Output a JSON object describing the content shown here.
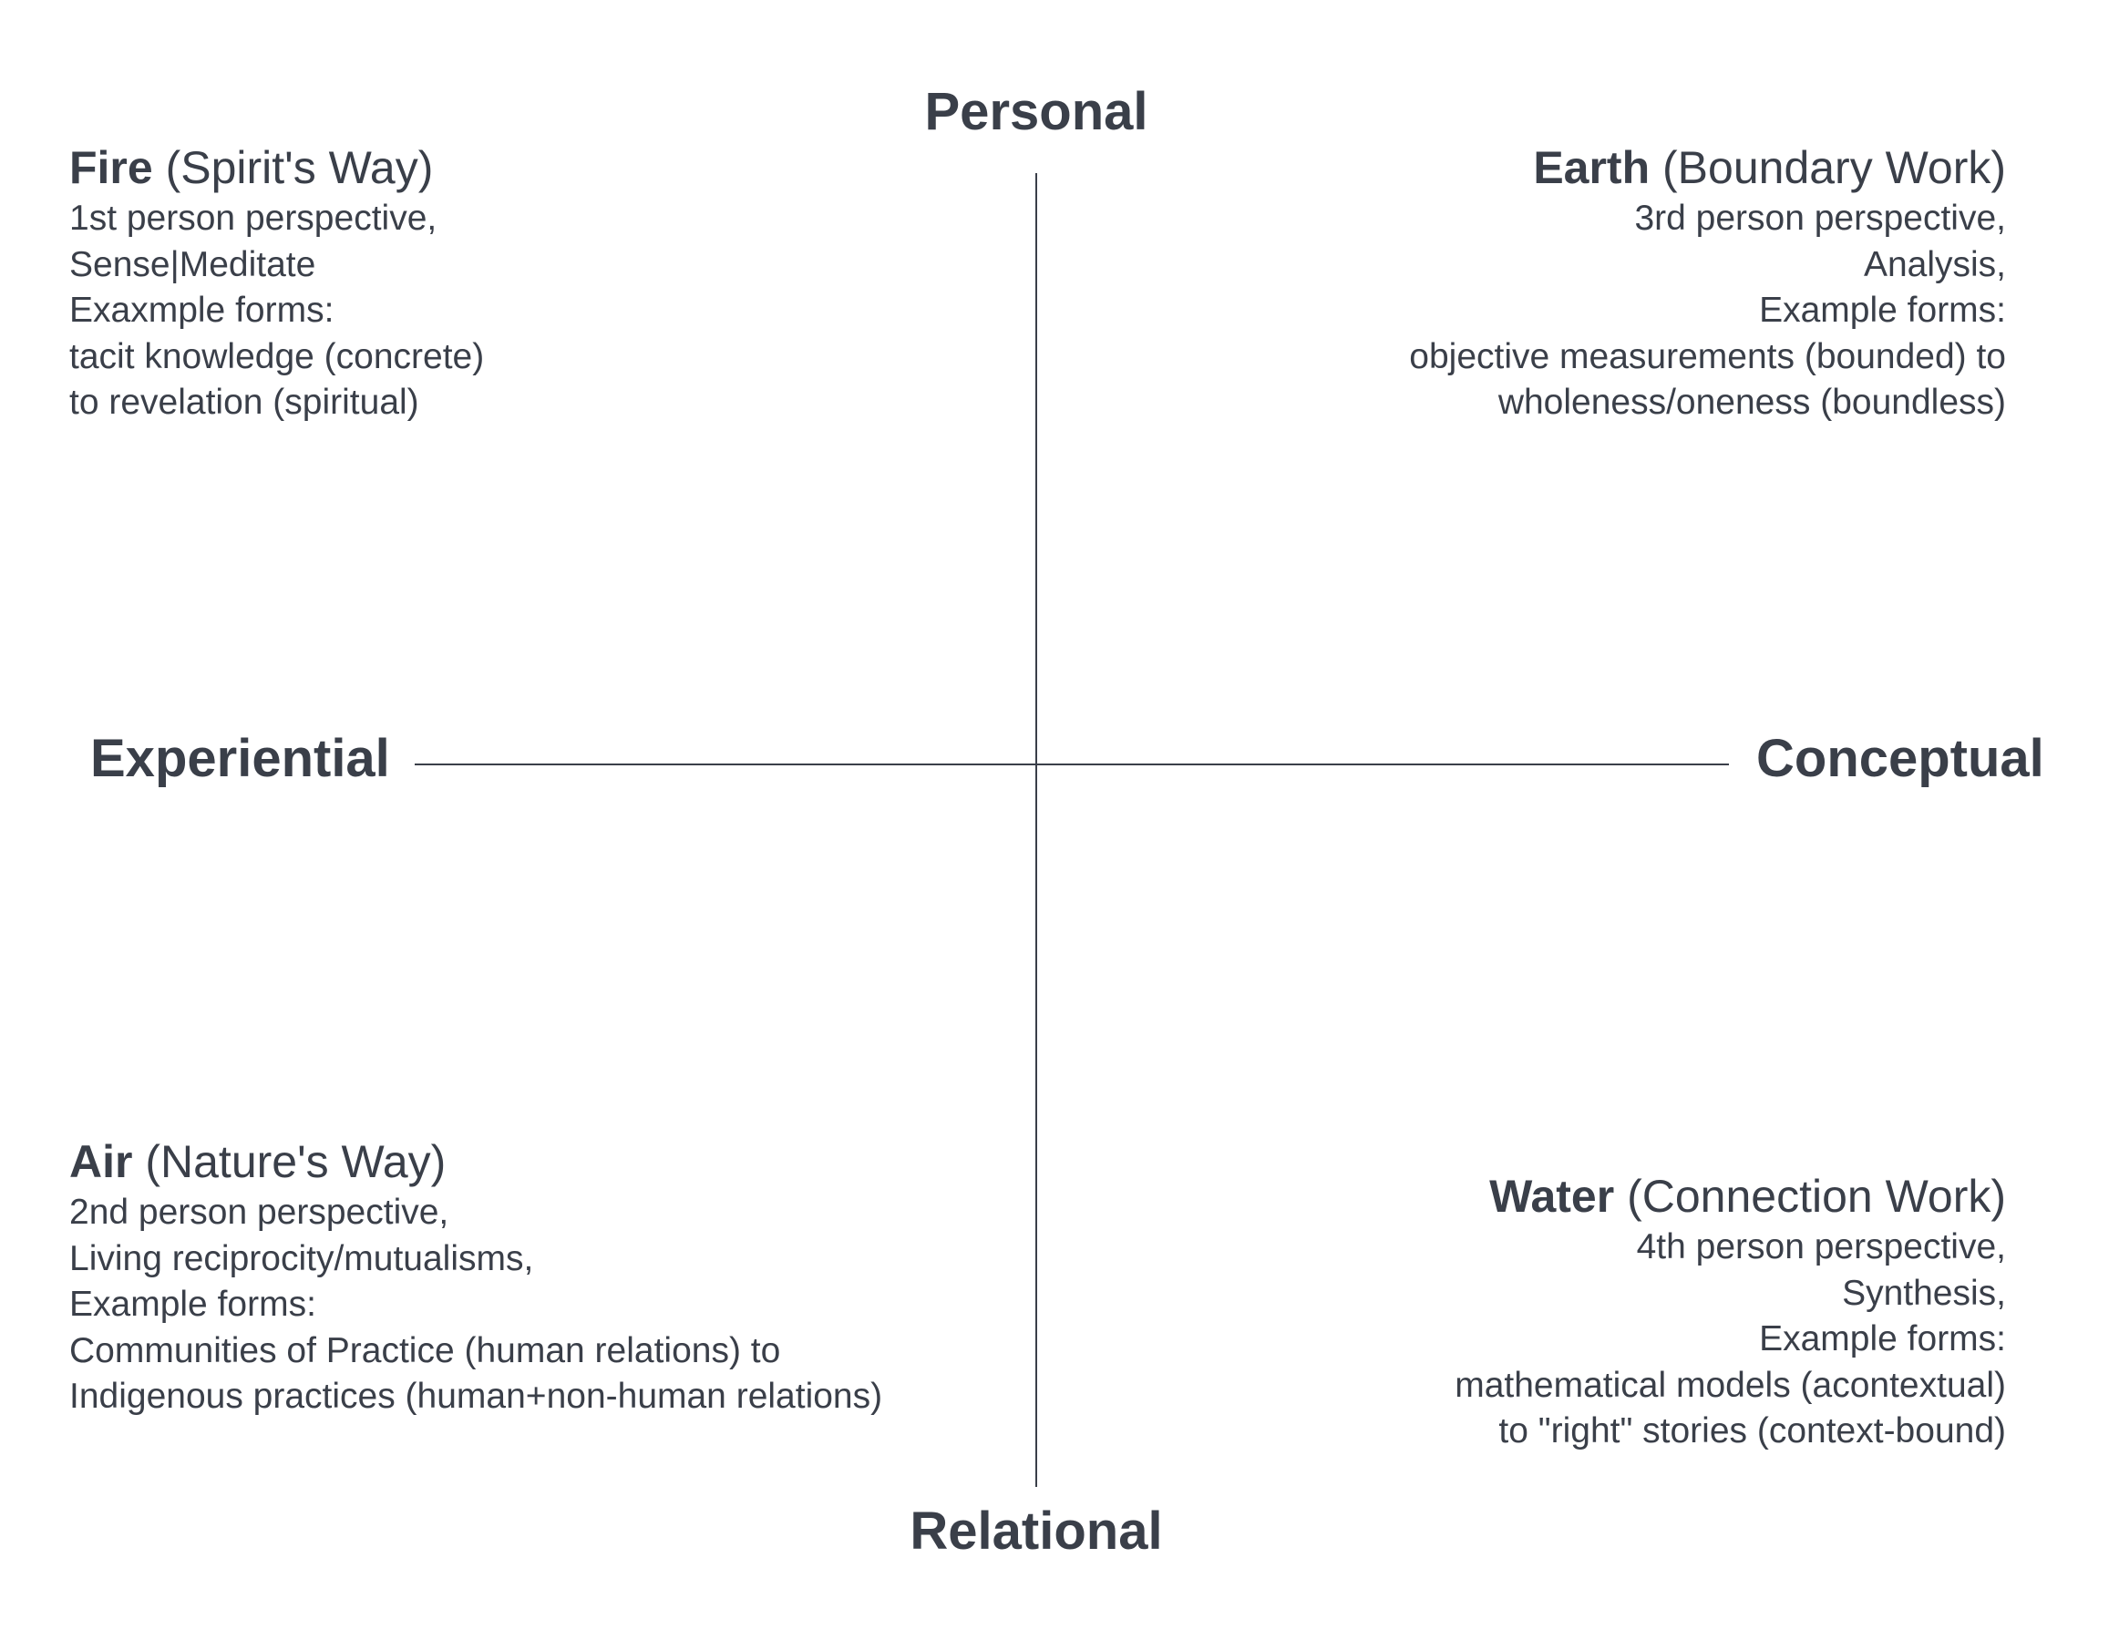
{
  "axes": {
    "top": "Personal",
    "bottom": "Relational",
    "left": "Experiential",
    "right": "Conceptual"
  },
  "quadrants": {
    "top_left": {
      "element": "Fire",
      "subtitle": " (Spirit's Way)",
      "lines": [
        "1st person perspective,",
        "Sense|Meditate",
        "Exaxmple forms:",
        "tacit knowledge (concrete)",
        "to revelation (spiritual)"
      ]
    },
    "top_right": {
      "element": "Earth",
      "subtitle": " (Boundary Work)",
      "lines": [
        "3rd person perspective,",
        "Analysis,",
        "Example forms:",
        "objective measurements (bounded) to",
        "wholeness/oneness (boundless)"
      ]
    },
    "bottom_left": {
      "element": "Air",
      "subtitle": " (Nature's Way)",
      "lines": [
        "2nd person perspective,",
        "Living reciprocity/mutualisms,",
        "Example forms:",
        "Communities of Practice (human relations) to",
        "Indigenous practices (human+non-human relations)"
      ]
    },
    "bottom_right": {
      "element": "Water",
      "subtitle": " (Connection Work)",
      "lines": [
        "4th person perspective,",
        "Synthesis,",
        "Example forms:",
        "mathematical models (acontextual)",
        "to \"right\" stories (context-bound)"
      ]
    }
  }
}
